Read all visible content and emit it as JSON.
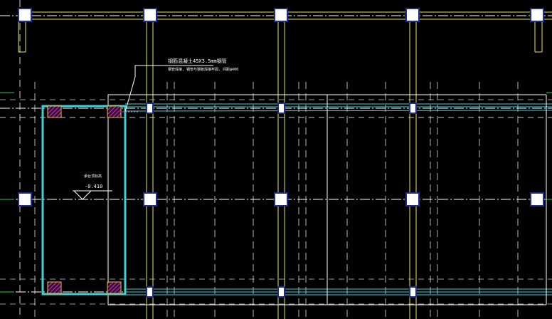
{
  "drawing": {
    "annotation_line1": "钢筋混凝土45X3.5mm钢管",
    "annotation_line2": "钢管焊接, 钢管与钢板焊接牢固, 间距@400",
    "elevation_label": "承台顶标高",
    "elevation_value": "-0.410"
  },
  "colors": {
    "background": "#000000",
    "grid_white": "#ffffff",
    "grid_green": "#2ecc40",
    "column_yellow": "#e8e85a",
    "beam_cyan": "#3fd0d6",
    "hatch_magenta": "#c03fb0",
    "hatch_edge": "#e0c030",
    "leader_magenta": "#ff4fd8"
  },
  "icons": {
    "column_marker": "column-square-icon",
    "level_marker": "elevation-triangle-icon",
    "hatch_marker": "embedded-plate-icon"
  }
}
